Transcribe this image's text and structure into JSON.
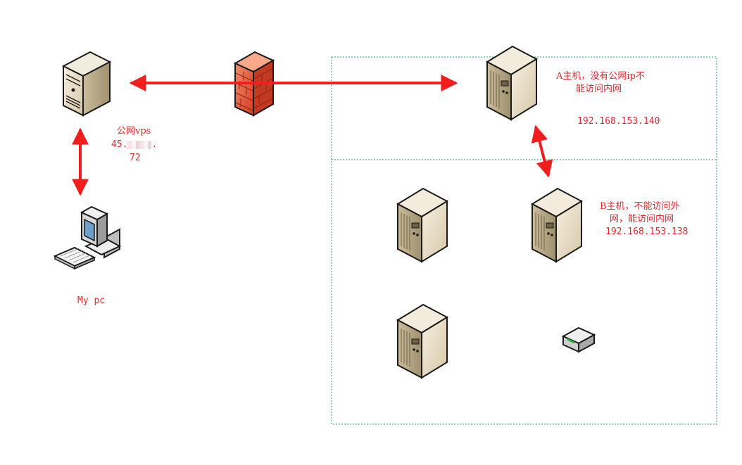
{
  "vps": {
    "line1": "公网vps",
    "line2_a": "45.",
    "line2_b": ".",
    "line3": "72"
  },
  "my_pc": {
    "label": "My pc"
  },
  "host_a": {
    "line1": "A主机，没有公网ip不",
    "line2": "能访问内网",
    "ip": "192.168.153.140"
  },
  "host_b": {
    "line1": "B主机，不能访问外",
    "line2": "网，能访问内网",
    "ip": "192.168.153.138"
  },
  "colors": {
    "arrow": "#f21d1d",
    "label": "#e8232a",
    "boundary": "#2e9e5a",
    "server_body": "#e7dcc2",
    "firewall": "#e5553a"
  }
}
